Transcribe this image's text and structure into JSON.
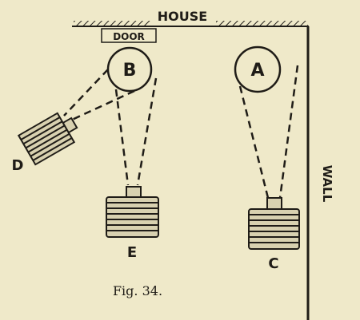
{
  "figure": {
    "labels": {
      "house": "HOUSE",
      "door": "DOOR",
      "wall": "WALL",
      "pulley_a": "A",
      "pulley_b": "B",
      "coil_c": "C",
      "coil_d": "D",
      "coil_e": "E"
    },
    "caption": "Fig. 34."
  },
  "colors": {
    "ink": "#1f1c17",
    "paper": "#efe9c9"
  }
}
